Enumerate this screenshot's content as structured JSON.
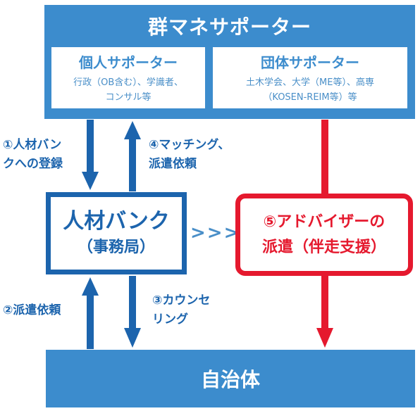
{
  "supporters": {
    "title": "群マネサポーター",
    "individual": {
      "title": "個人サポーター",
      "desc_line1": "行政（OB含む）、学識者、",
      "desc_line2": "コンサル等"
    },
    "group": {
      "title": "団体サポーター",
      "desc_line1": "土木学会、大学（ME等）、高専",
      "desc_line2": "（KOSEN-REIM等）等"
    }
  },
  "talent_bank": {
    "title": "人材バンク",
    "subtitle": "（事務局）"
  },
  "advisor_dispatch": {
    "line1": "⑤アドバイザーの",
    "line2": "派遣（伴走支援）"
  },
  "municipality": {
    "title": "自治体"
  },
  "flow_labels": {
    "step1_line1": "①人材バン",
    "step1_line2": "クへの登録",
    "step4_line1": "④マッチング、",
    "step4_line2": "派遣依頼",
    "step2": "②派遣依頼",
    "step3_line1": "③カウンセ",
    "step3_line2": "リング",
    "chevrons": ">>>"
  },
  "colors": {
    "light_blue": "#3c8ccd",
    "dark_blue": "#1c64ad",
    "red": "#e5192e"
  }
}
